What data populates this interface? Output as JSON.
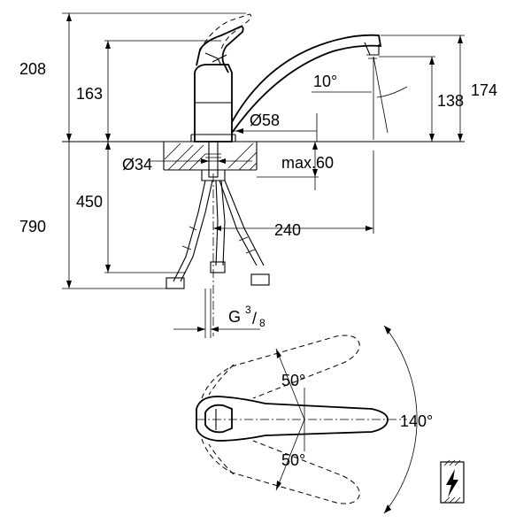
{
  "dimensions": {
    "overall_height": "208",
    "lever_height": "163",
    "total_length": "790",
    "hose_length": "450",
    "spout_height": "174",
    "outlet_height": "138",
    "spout_angle": "10°",
    "base_diameter": "Ø58",
    "hole_diameter": "Ø34",
    "max_thickness": "max.60",
    "reach": "240",
    "thread_prefix": "G",
    "thread_num": "3",
    "thread_den": "8"
  },
  "rotation": {
    "upper_angle": "50°",
    "lower_angle": "50°",
    "total_angle": "140°"
  },
  "symbols": [
    "electrical-warning-icon"
  ]
}
